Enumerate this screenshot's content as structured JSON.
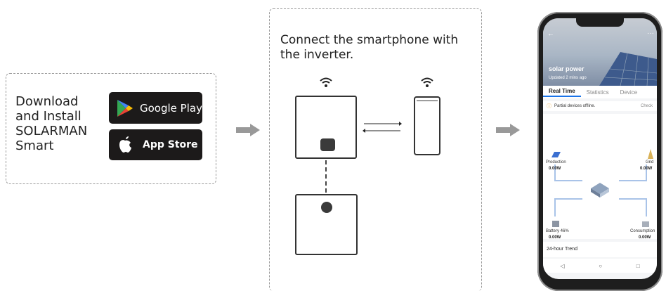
{
  "step1": {
    "description": "Download\nand Install\nSOLARMAN\nSmart",
    "google_play_label": "Google Play",
    "app_store_label": "App Store"
  },
  "step2": {
    "description": "Connect the smartphone with the inverter."
  },
  "app": {
    "plant_name": "solar power",
    "updated": "Updated 2 mins ago",
    "tabs": [
      "Real Time",
      "Statistics",
      "Device"
    ],
    "alert_text": "Partial devices offline.",
    "alert_action": "Check",
    "nodes": {
      "production": {
        "label": "Production",
        "value": "0.00W"
      },
      "grid": {
        "label": "Grid",
        "value": "0.00W"
      },
      "battery": {
        "label": "Battery 46%",
        "value": "0.00W"
      },
      "consumption": {
        "label": "Consumption",
        "value": "0.00W"
      }
    },
    "trend_label": "24-hour Trend",
    "nav": [
      "◁",
      "○",
      "□"
    ]
  },
  "colors": {
    "accent": "#1a73e8",
    "arrow": "#999999",
    "warning": "#f0a020",
    "button_dark": "#1c1a1a"
  },
  "icons": [
    "google-play-icon",
    "apple-icon",
    "wifi-icon",
    "arrow-right-icon",
    "back-arrow-icon",
    "more-icon"
  ]
}
